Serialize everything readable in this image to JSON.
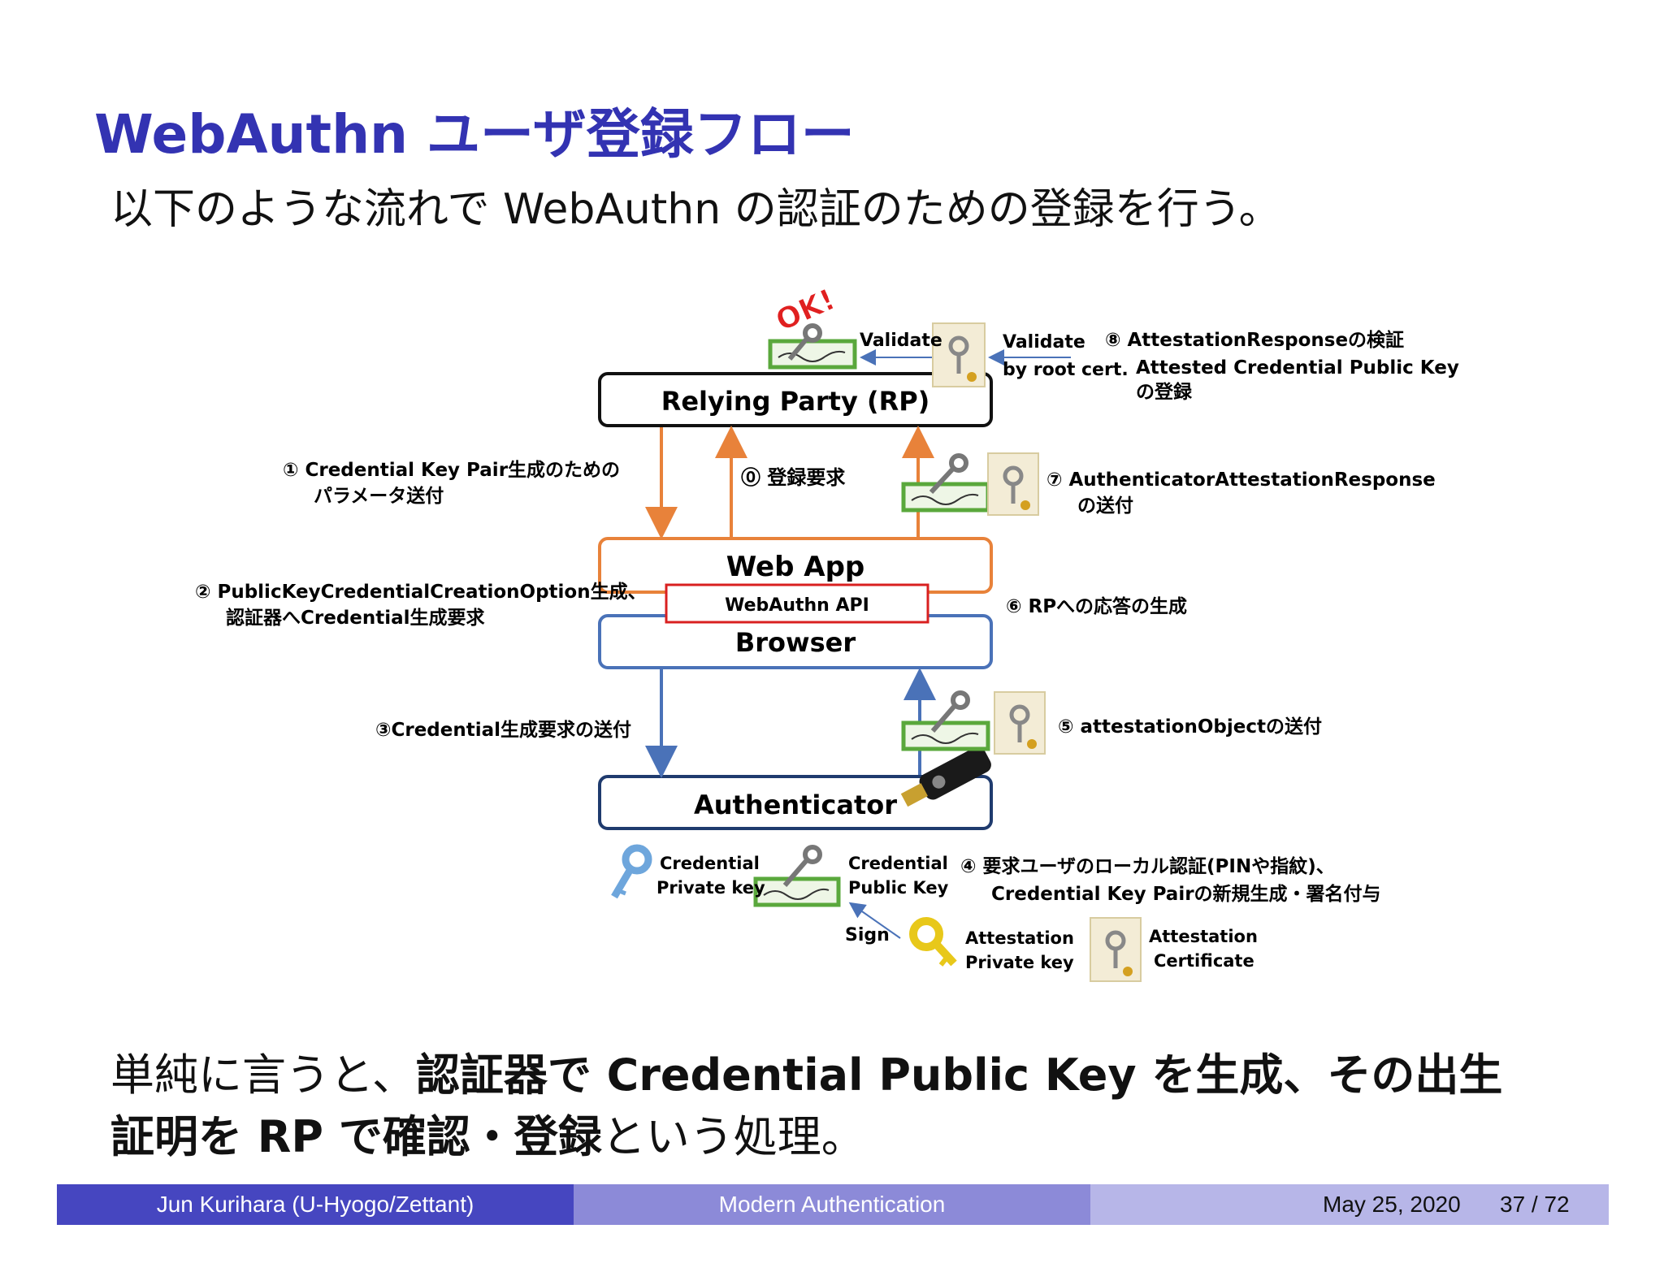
{
  "slide": {
    "title": "WebAuthn ユーザ登録フロー",
    "subtitle": "以下のような流れで WebAuthn の認証のための登録を行う。",
    "summary_line1_a": "単純に言うと、",
    "summary_line1_b": "認証器で Credential Public Key を生成、その出生",
    "summary_line2_a": "証明を RP で確認・登録",
    "summary_line2_b": "という処理。"
  },
  "diagram": {
    "rp_box": "Relying Party (RP)",
    "webapp_box": "Web App",
    "webauthn_api_box": "WebAuthn API",
    "browser_box": "Browser",
    "authenticator_box": "Authenticator",
    "ok_stamp": "OK!",
    "validate_left": "Validate",
    "validate_right_1": "Validate",
    "validate_right_2": "by root cert.",
    "step8_line1": "⑧ AttestationResponseの検証",
    "step8_line2": "Attested Credential Public Key",
    "step8_line3": "の登録",
    "step1_line1": "① Credential Key Pair生成のための",
    "step1_line2": "パラメータ送付",
    "step0": "⓪ 登録要求",
    "step7_line1": "⑦ AuthenticatorAttestationResponse",
    "step7_line2": "の送付",
    "step2_line1": "② PublicKeyCredentialCreationOption生成、",
    "step2_line2": "認証器へCredential生成要求",
    "step6": "⑥ RPへの応答の生成",
    "step3": "③Credential生成要求の送付",
    "step5": "⑤ attestationObjectの送付",
    "cred_private_1": "Credential",
    "cred_private_2": "Private key",
    "cred_public_1": "Credential",
    "cred_public_2": "Public Key",
    "step4_line1": "④ 要求ユーザのローカル認証(PINや指紋)、",
    "step4_line2": "Credential Key Pairの新規生成・署名付与",
    "sign": "Sign",
    "att_private_1": "Attestation",
    "att_private_2": "Private key",
    "att_cert_1": "Attestation",
    "att_cert_2": "Certificate"
  },
  "footer": {
    "author": "Jun Kurihara  (U-Hyogo/Zettant)",
    "talk": "Modern Authentication",
    "date": "May 25, 2020",
    "page": "37 / 72"
  },
  "colors": {
    "title": "#3333b2",
    "orange_arrow": "#e8823a",
    "blue_arrow": "#4a72b8",
    "api_border": "#d92020",
    "cert_green": "#5aa83c"
  }
}
